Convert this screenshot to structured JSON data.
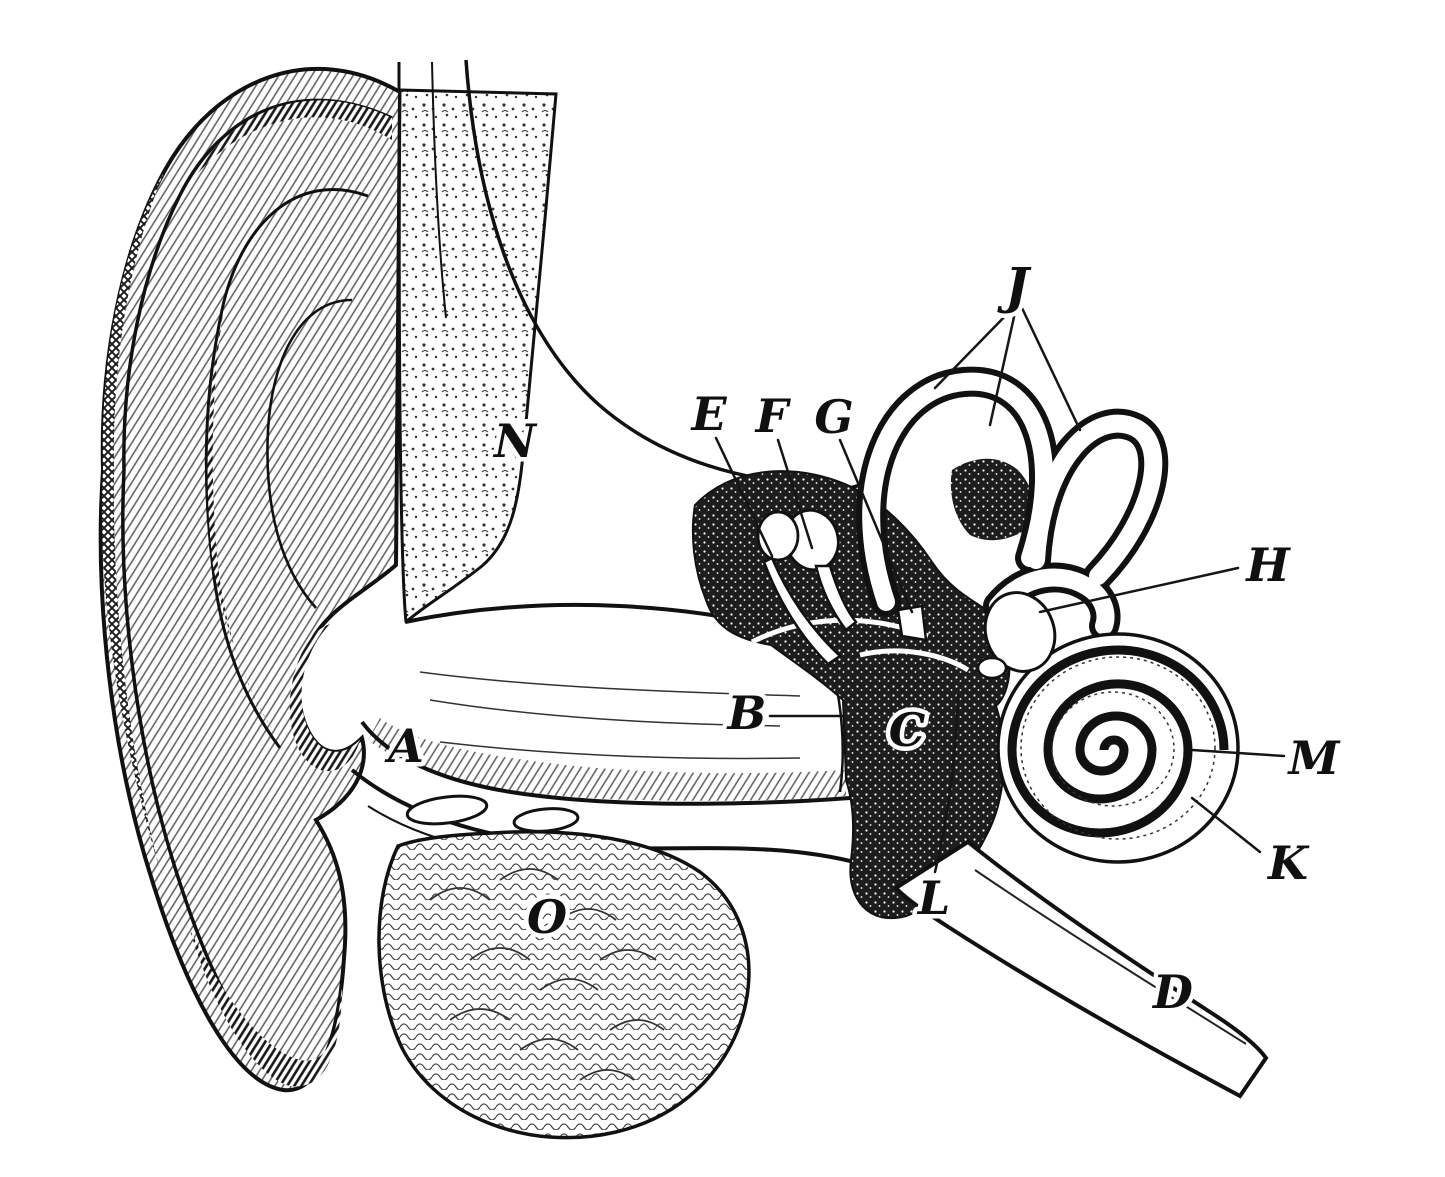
{
  "figure": {
    "labels": {
      "A": "A",
      "B": "B",
      "C": "C",
      "D": "D",
      "E": "E",
      "F": "F",
      "G": "G",
      "H": "H",
      "J": "J",
      "K": "K",
      "L": "L",
      "M": "M",
      "N": "N",
      "O": "O"
    },
    "colors": {
      "ink": "#111111",
      "paper": "#ffffff"
    }
  }
}
